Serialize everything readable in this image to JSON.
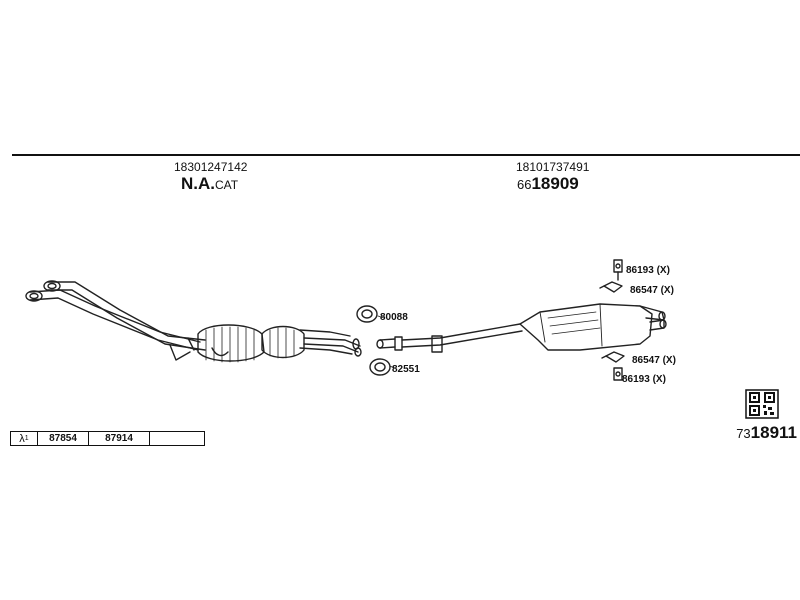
{
  "header": {
    "left_part_number": "18301247142",
    "left_title_main": "N.A.",
    "left_title_suffix": "CAT",
    "right_part_number": "18101737491",
    "right_ref_prefix": "66",
    "right_ref_number": "18909"
  },
  "callouts": {
    "clamp_top_1": "86193 (X)",
    "hanger_top_1": "86547 (X)",
    "ring_top": "80088",
    "ring_bottom": "82551",
    "hanger_bottom_1": "86547 (X)",
    "clamp_bottom_1": "86193 (X)"
  },
  "lambda_table": {
    "symbol": "λ",
    "superscript": "1",
    "cells": [
      "87854",
      "87914",
      ""
    ]
  },
  "footer": {
    "ref_prefix": "73",
    "ref_number": "18911"
  },
  "icons": {
    "qr": "qr-code-icon"
  }
}
